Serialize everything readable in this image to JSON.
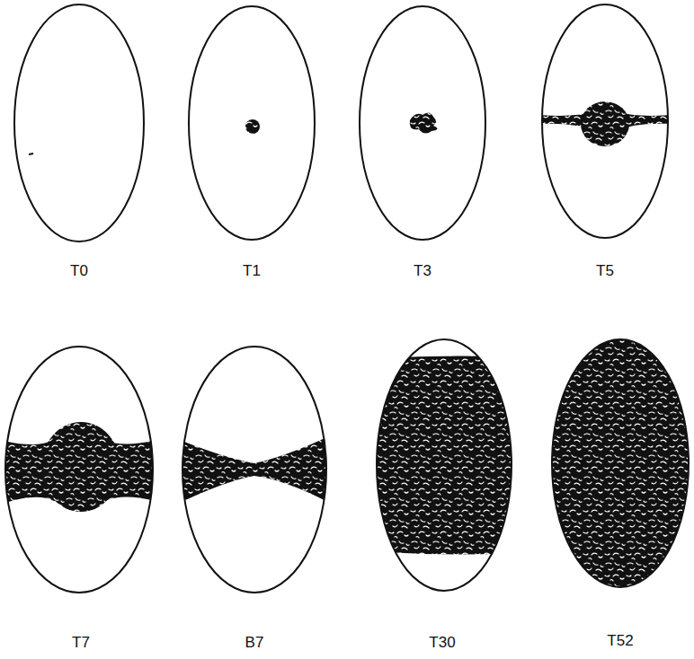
{
  "diagram": {
    "labels": [
      "T0",
      "T1",
      "T3",
      "T5",
      "T7",
      "B7",
      "T30",
      "T52"
    ]
  }
}
